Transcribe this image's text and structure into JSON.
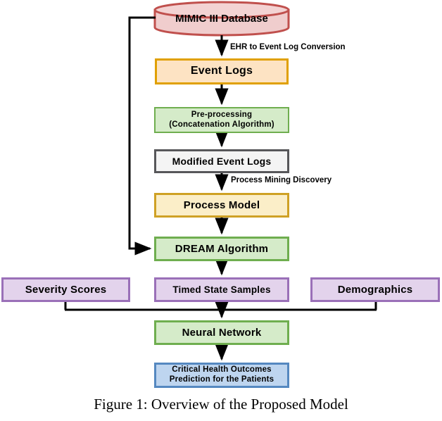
{
  "figure": {
    "caption": "Figure 1: Overview of the Proposed Model",
    "colors": {
      "database_fill": "#f0cdcd",
      "database_border": "#c0504d",
      "orange_fill": "#fde3c3",
      "orange_border": "#e0a000",
      "green_fill": "#d5ebc9",
      "green_border": "#6fae4f",
      "grey_fill": "#f4f4f4",
      "grey_border": "#57575a",
      "yellow_fill": "#fbeec8",
      "yellow_border": "#cfa125",
      "purple_fill": "#e3d3ec",
      "purple_border": "#9a70b8",
      "blue_fill": "#bed5ef",
      "blue_border": "#5588c0",
      "arrow": "#000000"
    }
  },
  "nodes": {
    "database": {
      "label": "MIMIC III Database",
      "shape": "cylinder"
    },
    "event_logs": {
      "label": "Event Logs",
      "shape": "rectangle"
    },
    "preprocessing": {
      "label": "Pre-processing\n(Concatenation Algorithm)",
      "line1": "Pre-processing",
      "line2": "(Concatenation Algorithm)",
      "shape": "rectangle"
    },
    "modified_event_logs": {
      "label": "Modified Event Logs",
      "shape": "rectangle"
    },
    "process_model": {
      "label": "Process Model",
      "shape": "rectangle"
    },
    "dream_algorithm": {
      "label": "DREAM Algorithm",
      "shape": "rectangle"
    },
    "severity_scores": {
      "label": "Severity Scores",
      "shape": "rectangle"
    },
    "timed_state_samples": {
      "label": "Timed State Samples",
      "shape": "rectangle"
    },
    "demographics": {
      "label": "Demographics",
      "shape": "rectangle"
    },
    "neural_network": {
      "label": "Neural Network",
      "shape": "rectangle"
    },
    "outcome": {
      "label": "Critical Health Outcomes Prediction for the Patients",
      "line1": "Critical Health Outcomes",
      "line2": "Prediction for the Patients",
      "shape": "rectangle"
    }
  },
  "edge_labels": {
    "ehr_conversion": "EHR to Event Log Conversion",
    "process_mining": "Process Mining Discovery"
  },
  "edges": [
    {
      "from": "database",
      "to": "event_logs",
      "label": "EHR to Event Log Conversion"
    },
    {
      "from": "event_logs",
      "to": "preprocessing",
      "label": ""
    },
    {
      "from": "preprocessing",
      "to": "modified_event_logs",
      "label": ""
    },
    {
      "from": "modified_event_logs",
      "to": "process_model",
      "label": "Process Mining Discovery"
    },
    {
      "from": "process_model",
      "to": "dream_algorithm",
      "label": ""
    },
    {
      "from": "database",
      "to": "dream_algorithm",
      "label": "",
      "routing": "left-feedback"
    },
    {
      "from": "dream_algorithm",
      "to": "timed_state_samples",
      "label": ""
    },
    {
      "from": "severity_scores",
      "to": "neural_network",
      "label": ""
    },
    {
      "from": "timed_state_samples",
      "to": "neural_network",
      "label": ""
    },
    {
      "from": "demographics",
      "to": "neural_network",
      "label": ""
    },
    {
      "from": "neural_network",
      "to": "outcome",
      "label": ""
    }
  ]
}
